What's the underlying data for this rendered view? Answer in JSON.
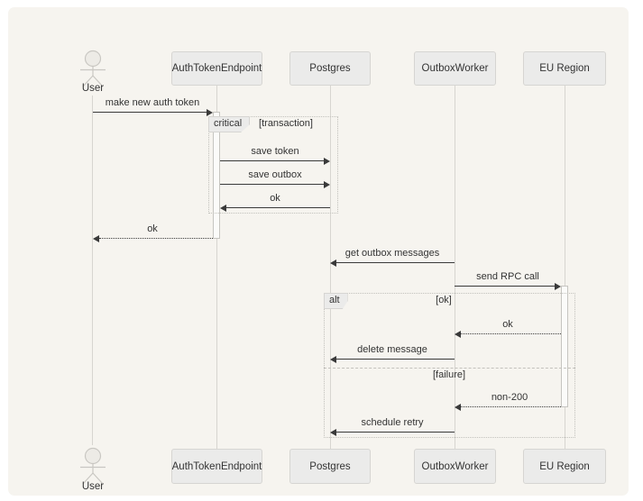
{
  "diagram_type": "sequence-diagram",
  "participants": {
    "user": {
      "label": "User",
      "kind": "actor"
    },
    "auth_token_endpoint": {
      "label": "AuthTokenEndpoint",
      "kind": "participant"
    },
    "postgres": {
      "label": "Postgres",
      "kind": "participant"
    },
    "outbox_worker": {
      "label": "OutboxWorker",
      "kind": "participant"
    },
    "eu_region": {
      "label": "EU Region",
      "kind": "participant"
    }
  },
  "frames": {
    "critical": {
      "operator": "critical",
      "guard": "[transaction]"
    },
    "alt": {
      "operator": "alt",
      "guard_ok": "[ok]",
      "guard_failure": "[failure]"
    }
  },
  "messages": {
    "make_new_auth_token": {
      "label": "make new auth token",
      "from": "User",
      "to": "AuthTokenEndpoint",
      "line": "solid"
    },
    "save_token": {
      "label": "save token",
      "from": "AuthTokenEndpoint",
      "to": "Postgres",
      "line": "solid"
    },
    "save_outbox": {
      "label": "save outbox",
      "from": "AuthTokenEndpoint",
      "to": "Postgres",
      "line": "solid"
    },
    "ok_transaction": {
      "label": "ok",
      "from": "Postgres",
      "to": "AuthTokenEndpoint",
      "line": "solid"
    },
    "ok_user": {
      "label": "ok",
      "from": "AuthTokenEndpoint",
      "to": "User",
      "line": "dotted"
    },
    "get_outbox_messages": {
      "label": "get outbox messages",
      "from": "OutboxWorker",
      "to": "Postgres",
      "line": "solid"
    },
    "send_rpc_call": {
      "label": "send RPC call",
      "from": "OutboxWorker",
      "to": "EU Region",
      "line": "solid"
    },
    "ok_rpc": {
      "label": "ok",
      "from": "EU Region",
      "to": "OutboxWorker",
      "line": "dotted"
    },
    "delete_message": {
      "label": "delete message",
      "from": "OutboxWorker",
      "to": "Postgres",
      "line": "solid"
    },
    "non_200": {
      "label": "non-200",
      "from": "EU Region",
      "to": "OutboxWorker",
      "line": "dotted"
    },
    "schedule_retry": {
      "label": "schedule retry",
      "from": "OutboxWorker",
      "to": "Postgres",
      "line": "solid"
    }
  },
  "colors": {
    "page_background": "#ffffff",
    "canvas_background": "#f6f4ef",
    "participant_fill": "#ebebea",
    "participant_border": "#d6d5d2",
    "lifeline": "#d7d5d0",
    "message_line": "#3a3a3a",
    "text": "#333333",
    "frame_border": "#c2c1bc",
    "activation_fill": "#fbfbf9"
  }
}
